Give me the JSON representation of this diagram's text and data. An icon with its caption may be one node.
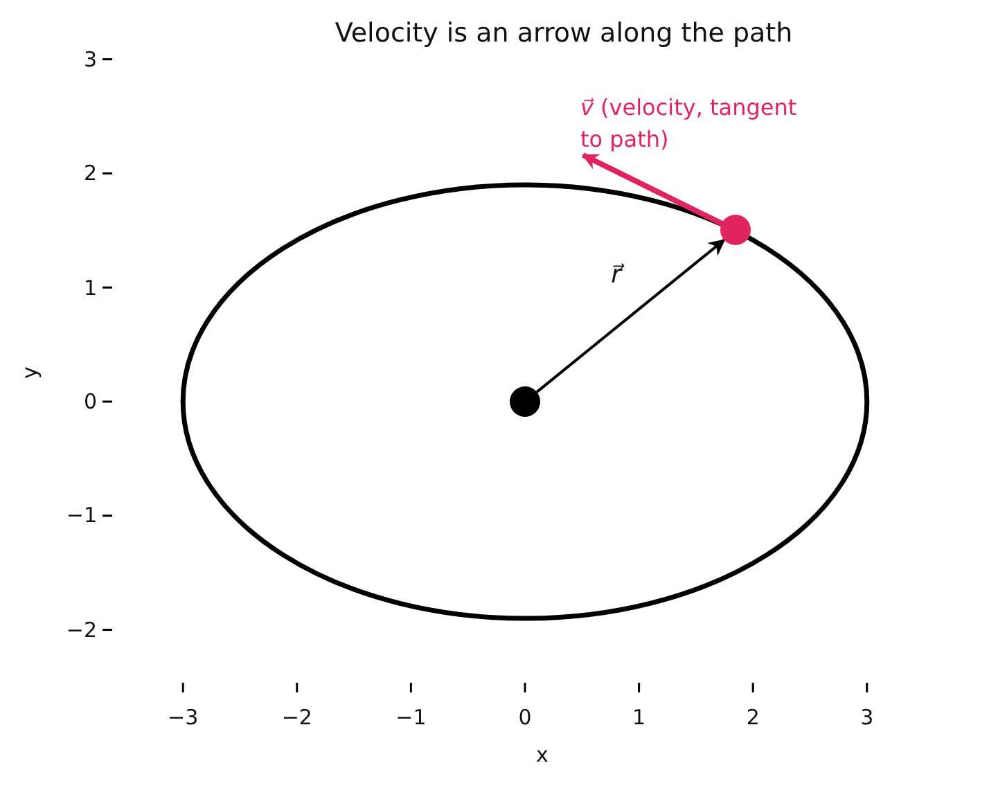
{
  "diagram": {
    "title": "Velocity is an arrow along the path",
    "nodes": [
      {
        "text": [],
        "shape": "circle"
      },
      {
        "text": [],
        "shape": "circle"
      },
      {
        "text": [
          "*v⃗* (velocity, tangent to path)"
        ]
      }
    ],
    "edges": [
      {
        "from": 0,
        "to": 1,
        "arrow": "to",
        "label": "r⃗"
      },
      {
        "from": 1,
        "to": 2,
        "arrow": "to",
        "style": "thick",
        "color": "#e0245e"
      }
    ],
    "labels": [
      "3",
      "2",
      "1",
      "0",
      "−1",
      "−2",
      "y",
      "−3",
      "−2",
      "−1",
      "0",
      "1",
      "2",
      "3",
      "x"
    ]
  }
}
